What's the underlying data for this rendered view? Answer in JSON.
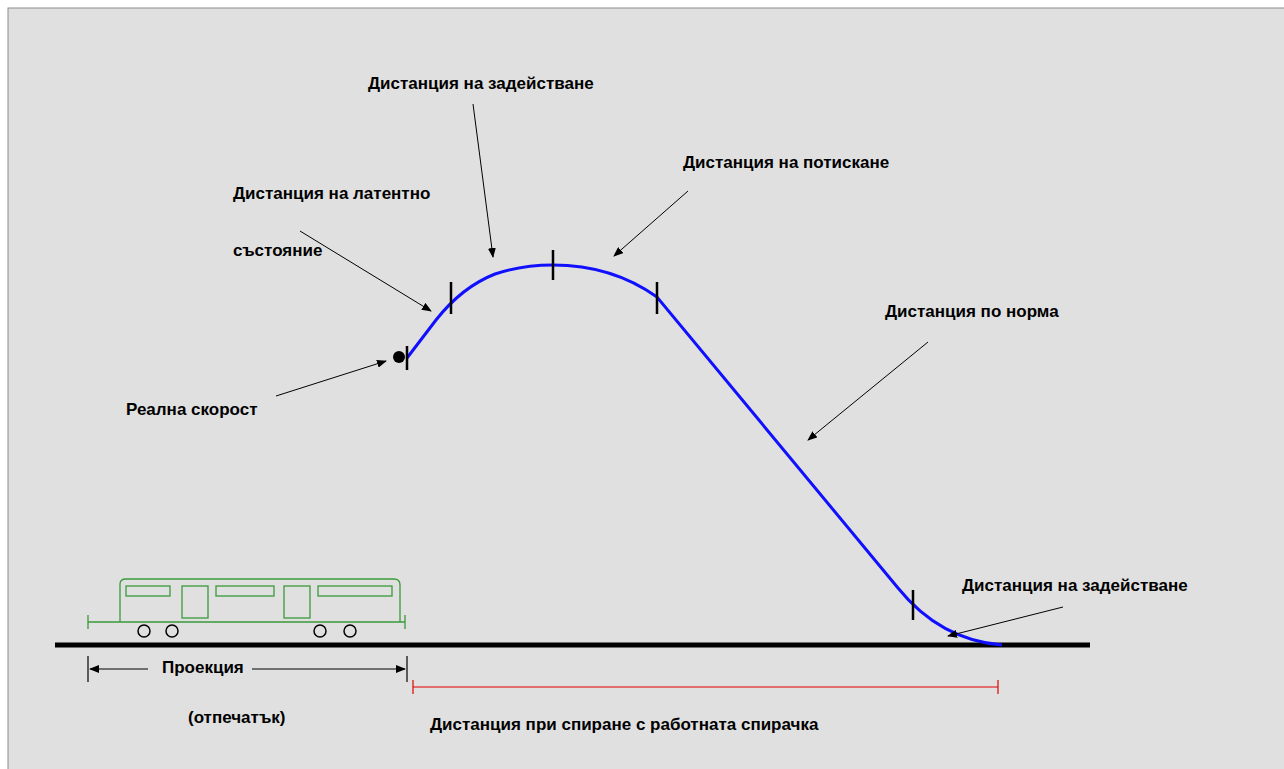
{
  "diagram": {
    "labels": [
      "Дистанция на задействане",
      "Дистанция на потискане",
      "Дистанция на латентно състояние",
      "Дистанция по норма",
      "Реална скорост",
      "Дистанция на задействане",
      "Проекция",
      "(отпечатък)",
      "Дистанция при спиране с работната спирачка"
    ]
  }
}
